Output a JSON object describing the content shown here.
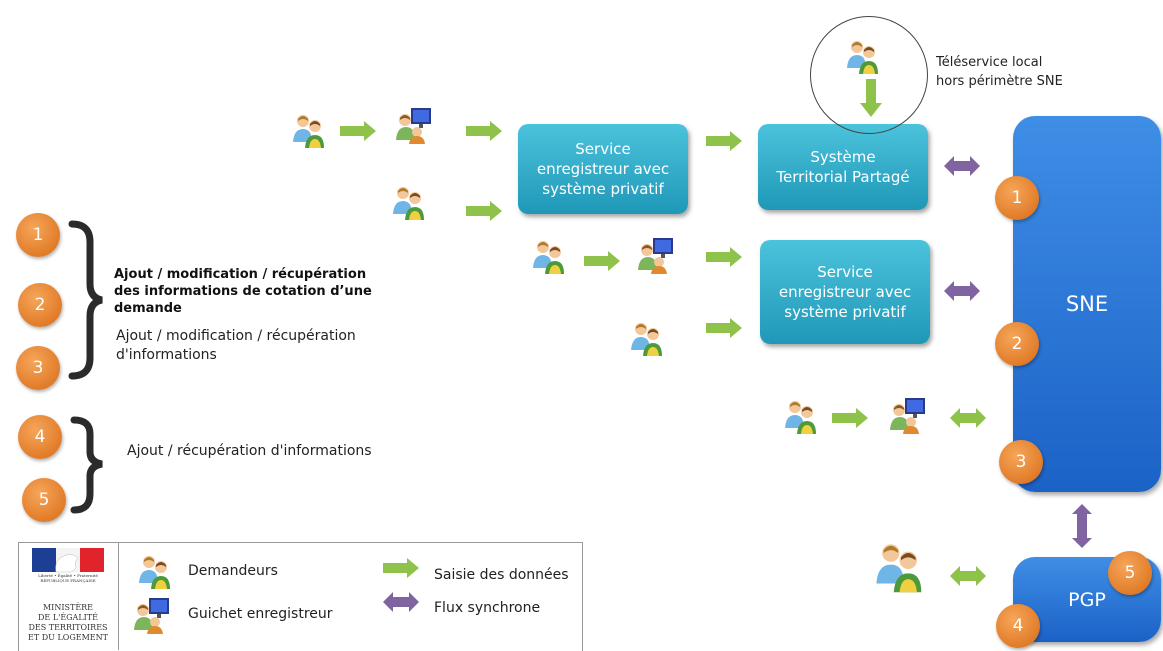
{
  "nodes": {
    "sne": "SNE",
    "pgp": "PGP",
    "service_top": "Service\nenregistreur avec\nsystème privatif",
    "system_shared": "Système\nTerritorial Partagé",
    "service_mid": "Service\nenregistreur avec\nsystème privatif"
  },
  "teleservice_label": "Téléservice local\nhors périmètre SNE",
  "badges": [
    "1",
    "2",
    "3",
    "4",
    "5"
  ],
  "legend_left": {
    "group1_bold": "Ajout / modification / récupération\ndes informations de cotation d’une\ndemande",
    "group1_regular": "Ajout / modification / récupération\nd'informations",
    "group2": "Ajout / récupération d'informations"
  },
  "legend_bottom": {
    "demandeurs": "Demandeurs",
    "guichet": "Guichet enregistreur",
    "saisie": "Saisie des données",
    "flux": "Flux synchrone"
  },
  "logo": {
    "republic_tag": "Liberté • Égalité • Fraternité\nRÉPUBLIQUE FRANÇAISE",
    "ministry": "MINISTÈRE\nDE L'ÉGALITÉ\nDES TERRITOIRES\nET DU LOGEMENT"
  },
  "colors": {
    "arrow_green": "#8fc24a",
    "arrow_purple": "#8064a2",
    "badge_orange": "#e67e22",
    "box_teal": "#2aa7c7",
    "box_blue": "#2a74d6"
  },
  "icons": [
    "people-icon",
    "computer-user-icon"
  ]
}
